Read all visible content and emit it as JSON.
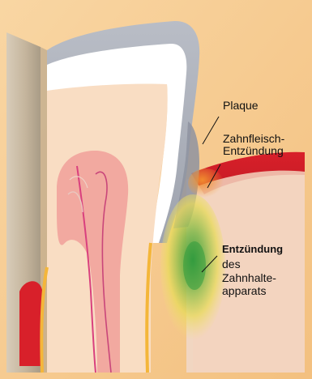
{
  "labels": {
    "plaque": "Plaque",
    "gingivitis_line1": "Zahnfleisch-",
    "gingivitis_line2": "Entzündung",
    "periodontitis_line1": "Entzündung",
    "periodontitis_line2": "des",
    "periodontitis_line3": "Zahnhalte-",
    "periodontitis_line4": "apparats"
  },
  "colors": {
    "background": "#F6C98E",
    "bone": "#C9B9A4",
    "enamel": "#FFFFFF",
    "dentin": "#F9DDC3",
    "pulp": "#F2A9A0",
    "nerve": "#D9407E",
    "gum_red": "#D8202A",
    "root_outline": "#F4B63A",
    "plaque_gray": "#9C9FAB",
    "inflammation_green": "#2F9A3C",
    "inflammation_yellow": "#EBD94E"
  }
}
